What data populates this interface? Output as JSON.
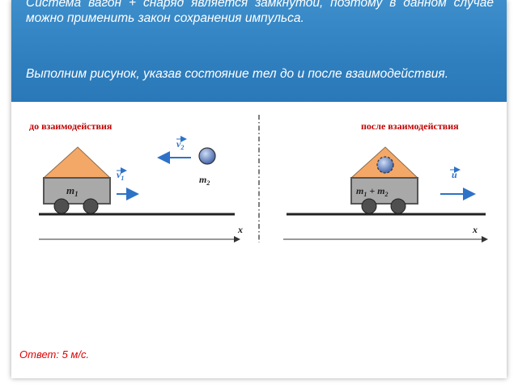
{
  "header": {
    "paragraph1": "Система вагон + снаряд является замкнутой, поэтому в данном случае можно применить закон сохранения импульса.",
    "paragraph2": "Выполним рисунок, указав состояние тел до и после взаимодействия."
  },
  "figure": {
    "before": {
      "title": "до взаимодействия",
      "cart_label": "m",
      "cart_label_sub": "1",
      "ball_label": "m",
      "ball_label_sub": "2",
      "v1_label": "v",
      "v1_sub": "1",
      "v2_label": "v",
      "v2_sub": "2",
      "axis_label": "x"
    },
    "after": {
      "title": "после взаимодействия",
      "cart_label_a": "m",
      "cart_label_a_sub": "1",
      "cart_label_plus": "+",
      "cart_label_b": "m",
      "cart_label_b_sub": "2",
      "u_label": "u",
      "axis_label": "x"
    },
    "colors": {
      "roof": "#f4a868",
      "cart_body": "#a9a9a9",
      "wheel": "#4f4f4f",
      "ball": "#6f8fcf",
      "arrow": "#2e72c8",
      "title": "#c00000"
    }
  },
  "answer": "Ответ: 5 м/с."
}
